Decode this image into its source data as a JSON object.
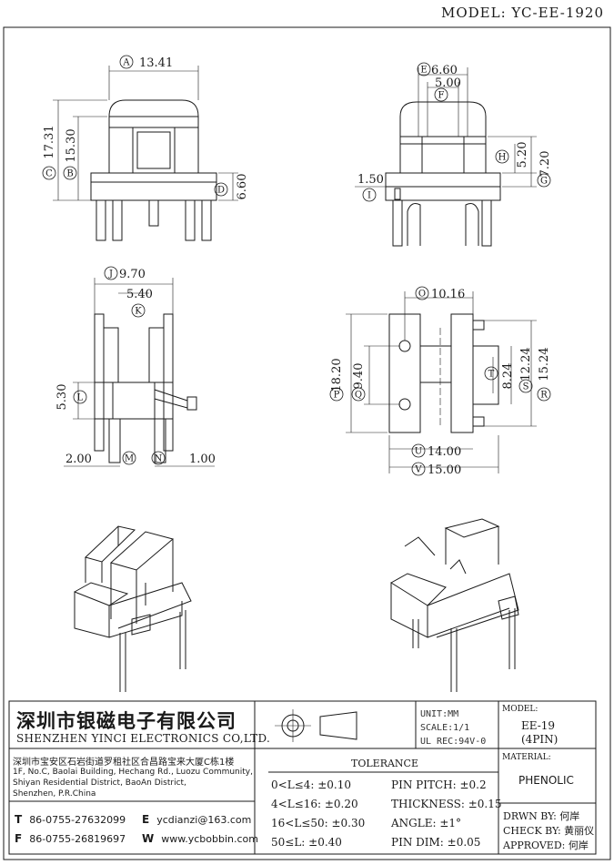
{
  "model_title": "MODEL: YC-EE-1920",
  "dims": {
    "a": "13.41",
    "b": "15.30",
    "c": "17.31",
    "d": "6.60",
    "e": "6.60",
    "f": "5.00",
    "g": "7.20",
    "h": "5.20",
    "i": "1.50",
    "j": "9.70",
    "k": "5.40",
    "l": "5.30",
    "m": "2.00",
    "n": "1.00",
    "o": "10.16",
    "p": "18.20",
    "q": "9.40",
    "r": "15.24",
    "s": "12.24",
    "t": "8.24",
    "u": "14.00",
    "v": "15.00"
  },
  "callouts": {
    "a": "A",
    "b": "B",
    "c": "C",
    "d": "D",
    "e": "E",
    "f": "F",
    "g": "G",
    "h": "H",
    "i": "I",
    "j": "J",
    "k": "K",
    "l": "L",
    "m": "M",
    "n": "N",
    "o": "O",
    "p": "P",
    "q": "Q",
    "r": "R",
    "s": "S",
    "t": "T",
    "u": "U",
    "v": "V"
  },
  "company": {
    "name_cn": "深圳市银磁电子有限公司",
    "name_en": "SHENZHEN YINCI ELECTRONICS CO,LTD.",
    "address_cn": "深圳市宝安区石岩街道罗租社区合昌路宝来大厦C栋1楼",
    "address_en": [
      "1F, No.C, Baolai Building, Hechang Rd., Luozu Community,",
      "Shiyan Residential District, BaoAn District,",
      "Shenzhen, P.R.China"
    ],
    "tel_label": "T",
    "tel": "86-0755-27632099",
    "fax_label": "F",
    "fax": "86-0755-26819697",
    "email_label": "E",
    "email": "ycdianzi@163.com",
    "web_label": "W",
    "web": "www.ycbobbin.com"
  },
  "specs": {
    "unit": "UNIT:MM",
    "scale": "SCALE:1/1",
    "ul": "UL REC:94V-0"
  },
  "model_block": {
    "label": "MODEL:",
    "value": "EE-19",
    "pins": "(4PIN)",
    "material_label": "MATERIAL:",
    "material": "PHENOLIC"
  },
  "tolerance": {
    "title": "TOLERANCE",
    "left": [
      "0<L≤4: ±0.10",
      "4<L≤16: ±0.20",
      "16<L≤50: ±0.30",
      "50≤L: ±0.40"
    ],
    "right": [
      "PIN PITCH: ±0.2",
      "THICKNESS: ±0.15",
      "ANGLE: ±1°",
      "PIN DIM: ±0.05"
    ]
  },
  "signoff": {
    "drawn": "DRWN BY: 何岸",
    "check": "CHECK BY: 黄丽仪",
    "approved": "APPROVED: 何岸"
  }
}
